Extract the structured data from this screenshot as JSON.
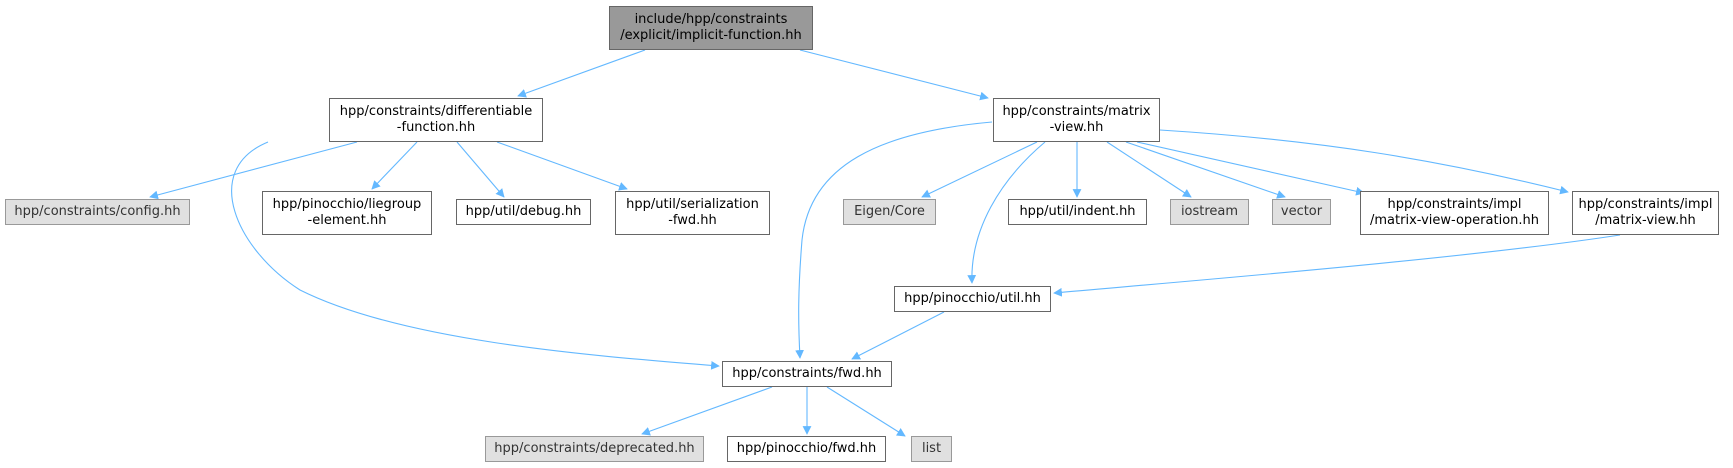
{
  "nodes": {
    "root": {
      "lines": [
        "include/hpp/constraints",
        "/explicit/implicit-function.hh"
      ],
      "kind": "root"
    },
    "diff": {
      "lines": [
        "hpp/constraints/differentiable",
        "-function.hh"
      ],
      "kind": "file"
    },
    "matrix": {
      "lines": [
        "hpp/constraints/matrix",
        "-view.hh"
      ],
      "kind": "file"
    },
    "config": {
      "lines": [
        "hpp/constraints/config.hh"
      ],
      "kind": "external"
    },
    "liegroup": {
      "lines": [
        "hpp/pinocchio/liegroup",
        "-element.hh"
      ],
      "kind": "file"
    },
    "debug": {
      "lines": [
        "hpp/util/debug.hh"
      ],
      "kind": "file"
    },
    "serial": {
      "lines": [
        "hpp/util/serialization",
        "-fwd.hh"
      ],
      "kind": "file"
    },
    "eigen": {
      "lines": [
        "Eigen/Core"
      ],
      "kind": "external"
    },
    "indent": {
      "lines": [
        "hpp/util/indent.hh"
      ],
      "kind": "file"
    },
    "iostream": {
      "lines": [
        "iostream"
      ],
      "kind": "external"
    },
    "vector": {
      "lines": [
        "vector"
      ],
      "kind": "external"
    },
    "mvop": {
      "lines": [
        "hpp/constraints/impl",
        "/matrix-view-operation.hh"
      ],
      "kind": "file"
    },
    "mvimpl": {
      "lines": [
        "hpp/constraints/impl",
        "/matrix-view.hh"
      ],
      "kind": "file"
    },
    "pinutil": {
      "lines": [
        "hpp/pinocchio/util.hh"
      ],
      "kind": "file"
    },
    "cfwd": {
      "lines": [
        "hpp/constraints/fwd.hh"
      ],
      "kind": "file"
    },
    "deprecated": {
      "lines": [
        "hpp/constraints/deprecated.hh"
      ],
      "kind": "external"
    },
    "pinfwd": {
      "lines": [
        "hpp/pinocchio/fwd.hh"
      ],
      "kind": "file"
    },
    "list": {
      "lines": [
        "list"
      ],
      "kind": "external"
    }
  },
  "edges": [
    [
      "root",
      "diff"
    ],
    [
      "root",
      "matrix"
    ],
    [
      "diff",
      "config"
    ],
    [
      "diff",
      "liegroup"
    ],
    [
      "diff",
      "debug"
    ],
    [
      "diff",
      "serial"
    ],
    [
      "diff",
      "cfwd"
    ],
    [
      "matrix",
      "cfwd"
    ],
    [
      "matrix",
      "eigen"
    ],
    [
      "matrix",
      "pinutil"
    ],
    [
      "matrix",
      "indent"
    ],
    [
      "matrix",
      "iostream"
    ],
    [
      "matrix",
      "vector"
    ],
    [
      "matrix",
      "mvop"
    ],
    [
      "matrix",
      "mvimpl"
    ],
    [
      "mvimpl",
      "pinutil"
    ],
    [
      "pinutil",
      "cfwd"
    ],
    [
      "cfwd",
      "deprecated"
    ],
    [
      "cfwd",
      "pinfwd"
    ],
    [
      "cfwd",
      "list"
    ]
  ],
  "colors": {
    "edge": "#63b8ff",
    "root_fill": "#999999",
    "external_fill": "#e0e0e0",
    "border": "#666666"
  }
}
